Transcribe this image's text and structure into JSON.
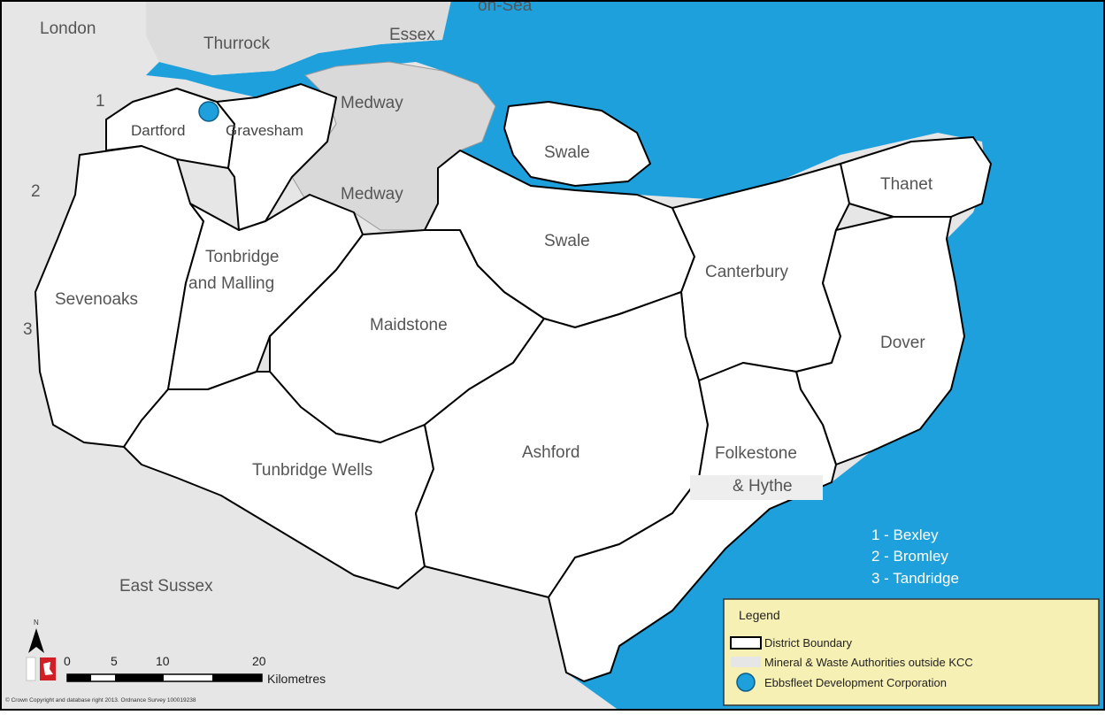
{
  "map": {
    "colors": {
      "sea": "#1ea0dc",
      "outside_land": "#e6e6e6",
      "authority_land": "#d9d9d9",
      "kent_district": "#ffffff",
      "boundary": "#000000",
      "legend_bg": "#f7f0b4"
    },
    "neighbours": {
      "london": "London",
      "thurrock": "Thurrock",
      "essex": "Essex",
      "southend": "on-Sea",
      "medway_north": "Medway",
      "medway_south": "Medway",
      "east_sussex": "East Sussex",
      "num1": "1",
      "num2": "2",
      "num3": "3"
    },
    "districts": {
      "dartford": "Dartford",
      "gravesham": "Gravesham",
      "swale_north": "Swale",
      "thanet": "Thanet",
      "swale": "Swale",
      "tonbridge_line1": "Tonbridge",
      "tonbridge_line2": "and Malling",
      "sevenoaks": "Sevenoaks",
      "maidstone": "Maidstone",
      "canterbury": "Canterbury",
      "dover": "Dover",
      "ashford": "Ashford",
      "tunbridge_wells": "Tunbridge Wells",
      "folkestone_line1": "Folkestone",
      "folkestone_line2": "& Hythe"
    },
    "key_numbers": [
      "1 - Bexley",
      "2 - Bromley",
      "3 - Tandridge"
    ],
    "legend": {
      "title": "Legend",
      "items": [
        {
          "label": "District Boundary",
          "symbol": "outline-box"
        },
        {
          "label": "Mineral & Waste Authorities outside KCC",
          "symbol": "grey-box"
        },
        {
          "label": "Ebbsfleet Development Corporation",
          "symbol": "blue-dot"
        }
      ]
    },
    "north_arrow": "N",
    "scale_bar": {
      "ticks": [
        "0",
        "5",
        "10",
        "20"
      ],
      "unit": "Kilometres"
    },
    "copyright": "© Crown Copyright and database right 2013. Ordnance Survey 100019238"
  }
}
